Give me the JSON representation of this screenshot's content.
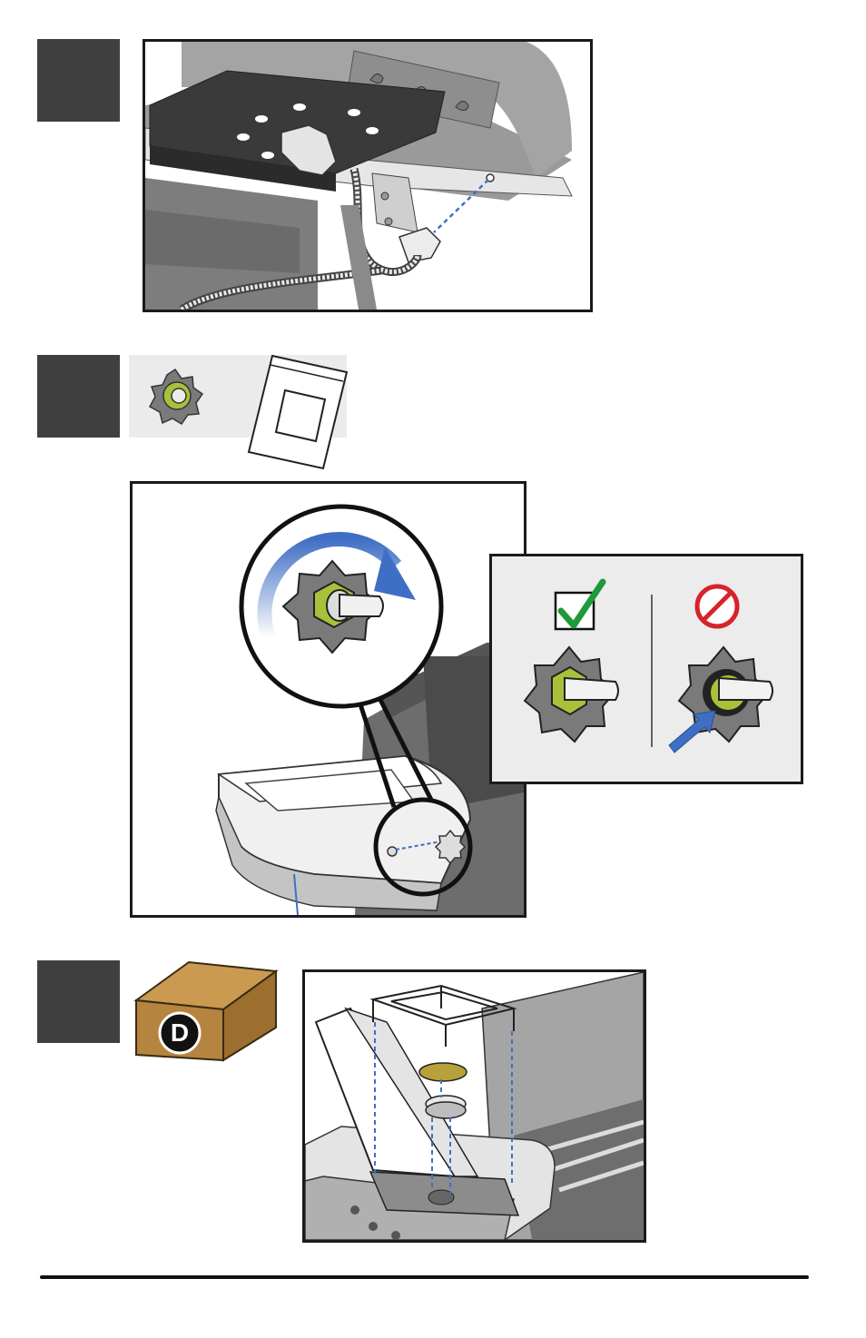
{
  "steps": [
    {
      "id": "step-1"
    },
    {
      "id": "step-2"
    },
    {
      "id": "step-3",
      "box_label": "D"
    }
  ],
  "colors": {
    "step_box": "#3f3f3f",
    "accent_blue": "#3f6fc4",
    "nut_green": "#a7c23a",
    "ok_green": "#1f9a3a",
    "no_red": "#d7232a",
    "box_brown": "#b5843e",
    "brass": "#b8a13a"
  },
  "icons": [
    "check-icon",
    "prohibited-icon",
    "rotate-arrow-icon",
    "parts-bag-icon",
    "box-icon"
  ]
}
